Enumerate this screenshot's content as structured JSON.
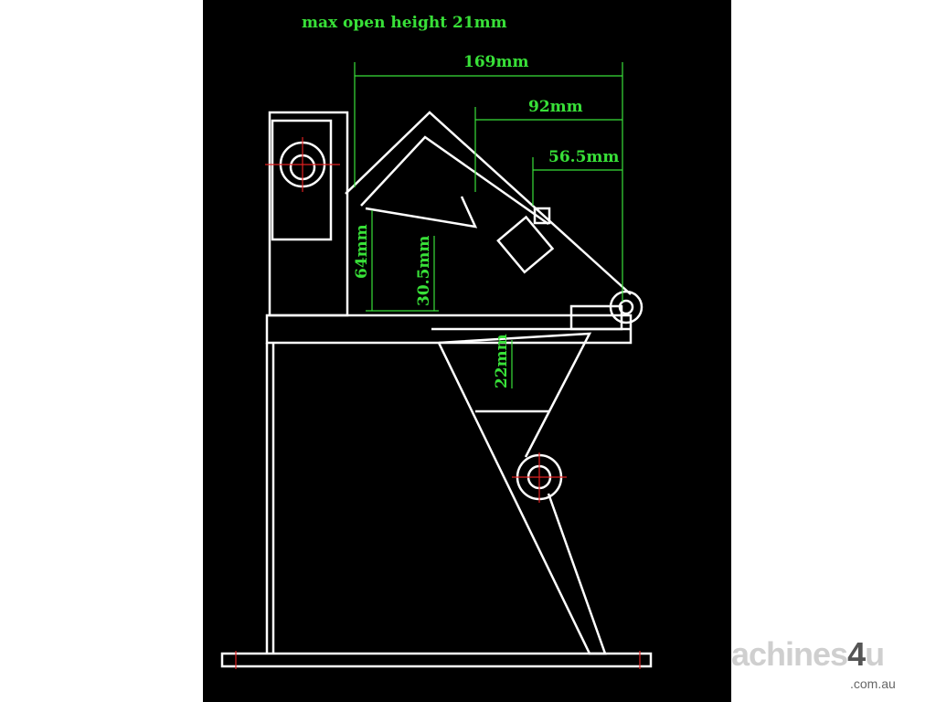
{
  "title": "max open height 21mm",
  "dimensions": {
    "overall_width": "169mm",
    "jaw_width": "92mm",
    "clamp_offset": "56.5mm",
    "left_height": "64mm",
    "inner_height": "30.5mm",
    "lower_height": "22mm"
  },
  "watermark": {
    "main": "achines",
    "four": "4",
    "u": "u",
    "domain": ".com.au"
  },
  "colors": {
    "background": "#000000",
    "lines": "#ffffff",
    "dimensions": "#38e038",
    "centerlines": "#e02020"
  }
}
